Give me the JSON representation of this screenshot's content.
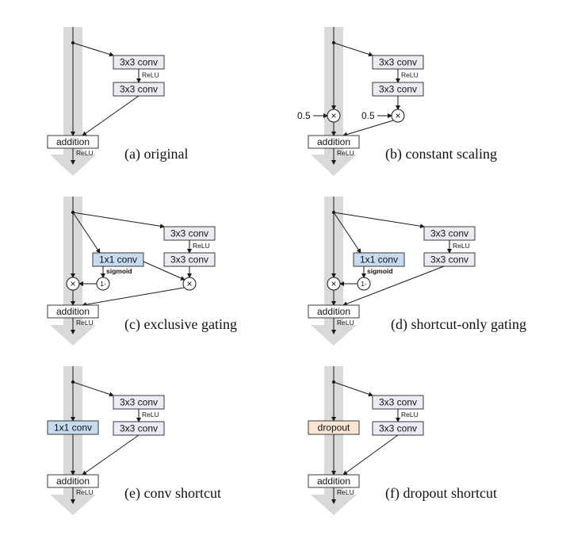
{
  "labels": {
    "conv3": "3x3 conv",
    "conv1": "1x1 conv",
    "relu": "ReLU",
    "addition": "addition",
    "sigmoid": "sigmoid",
    "one_minus": "1-",
    "times": "×",
    "scale": "0.5",
    "dropout": "dropout"
  },
  "captions": {
    "a": "(a) original",
    "b": "(b) constant scaling",
    "c": "(c) exclusive gating",
    "d": "(d) shortcut-only gating",
    "e": "(e) conv shortcut",
    "f": "(f) dropout shortcut"
  },
  "colors": {
    "shortcut_band": "#d9d9d9",
    "conv_box": "#edeaf3",
    "gate_box": "#c7dbf0",
    "dropout_box": "#fbe6d6"
  }
}
